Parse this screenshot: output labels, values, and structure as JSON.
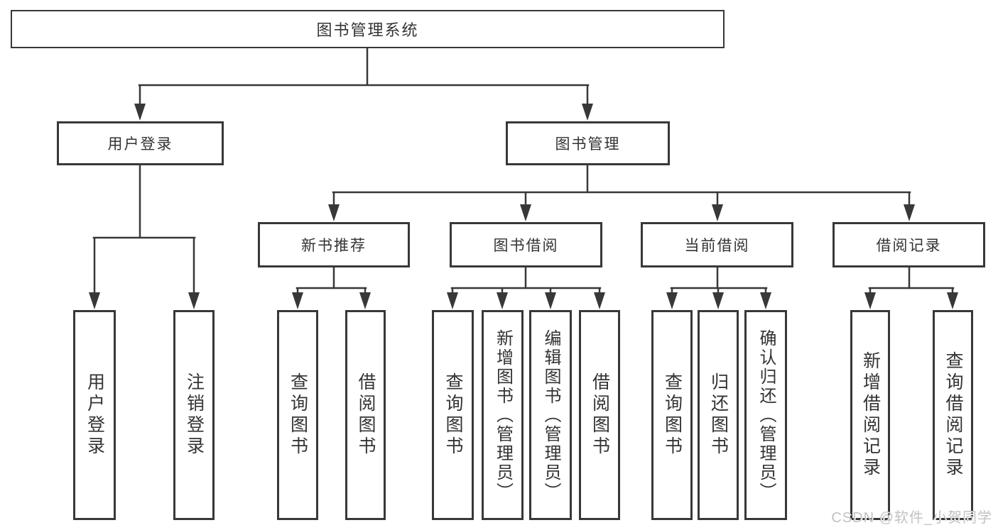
{
  "title": "图书管理系统",
  "tree": {
    "label": "图书管理系统",
    "children": [
      {
        "label": "用户登录",
        "children": [
          {
            "label": "用户登录"
          },
          {
            "label": "注销登录"
          }
        ]
      },
      {
        "label": "图书管理",
        "children": [
          {
            "label": "新书推荐",
            "children": [
              {
                "label": "查询图书"
              },
              {
                "label": "借阅图书"
              }
            ]
          },
          {
            "label": "图书借阅",
            "children": [
              {
                "label": "查询图书"
              },
              {
                "label": "新增图书（管理员）"
              },
              {
                "label": "编辑图书（管理员）"
              },
              {
                "label": "借阅图书"
              }
            ]
          },
          {
            "label": "当前借阅",
            "children": [
              {
                "label": "查询图书"
              },
              {
                "label": "归还图书"
              },
              {
                "label": "确认归还（管理员）"
              }
            ]
          },
          {
            "label": "借阅记录",
            "children": [
              {
                "label": "新增借阅记录"
              },
              {
                "label": "查询借阅记录"
              }
            ]
          }
        ]
      }
    ]
  },
  "watermark": {
    "text": "CSDN @软件_小贺同学"
  },
  "colors": {
    "line": "#383838",
    "box_border": "#383838",
    "text": "#333333",
    "background": "#ffffff",
    "watermark": "#c2c2c2"
  }
}
